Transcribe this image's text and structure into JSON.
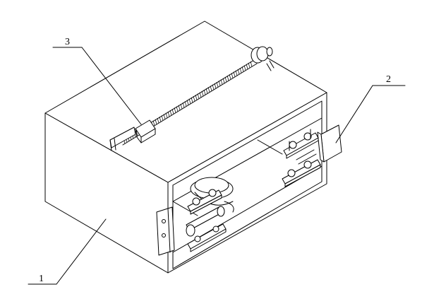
{
  "labels": {
    "box": "1",
    "clamp": "2",
    "rod": "3"
  },
  "colors": {
    "line": "#000000",
    "background": "#ffffff"
  }
}
